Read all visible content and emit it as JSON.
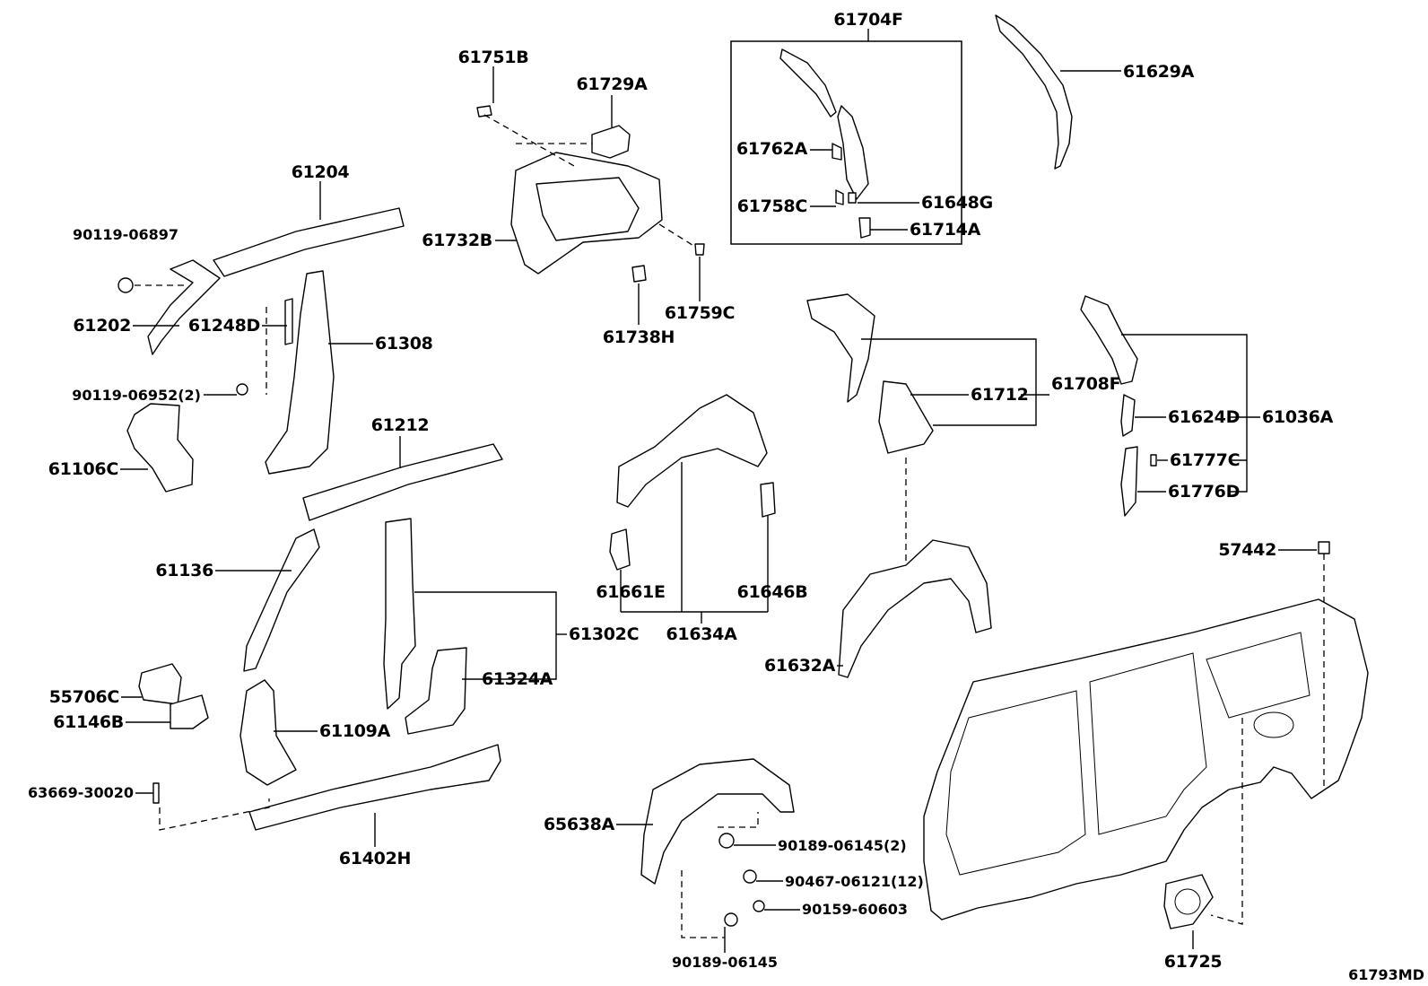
{
  "diagram_code": "61793MD",
  "labels": {
    "p61704F": "61704F",
    "p61751B": "61751B",
    "p61729A": "61729A",
    "p61629A": "61629A",
    "p61204": "61204",
    "p61762A": "61762A",
    "p61758C": "61758C",
    "p61648G": "61648G",
    "p61714A": "61714A",
    "p90119_06897": "90119-06897",
    "p61732B": "61732B",
    "p61202": "61202",
    "p61248D": "61248D",
    "p61308": "61308",
    "p61759C": "61759C",
    "p61738H": "61738H",
    "p90119_06952": "90119-06952(2)",
    "p61712": "61712",
    "p61708F": "61708F",
    "p61212": "61212",
    "p61624D": "61624D",
    "p61036A": "61036A",
    "p61106C": "61106C",
    "p61777C": "61777C",
    "p61776D": "61776D",
    "p61136": "61136",
    "p57442": "57442",
    "p61661E": "61661E",
    "p61646B": "61646B",
    "p61634A": "61634A",
    "p61302C": "61302C",
    "p61632A": "61632A",
    "p61324A": "61324A",
    "p55706C": "55706C",
    "p61146B": "61146B",
    "p61109A": "61109A",
    "p63669_30020": "63669-30020",
    "p65638A": "65638A",
    "p90189_06145_2": "90189-06145(2)",
    "p61402H": "61402H",
    "p90467_06121": "90467-06121(12)",
    "p90159_60603": "90159-60603",
    "p90189_06145": "90189-06145",
    "p61725": "61725"
  }
}
